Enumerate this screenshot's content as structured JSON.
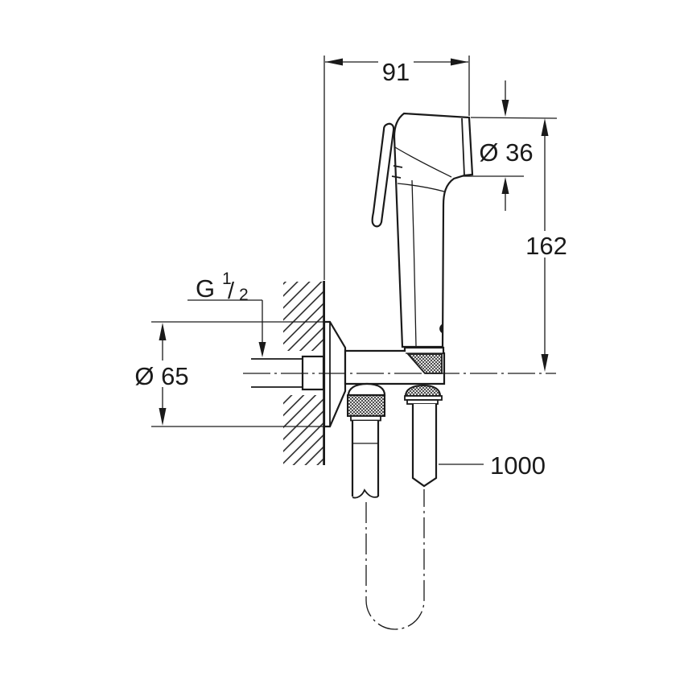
{
  "drawing": {
    "background_color": "#ffffff",
    "line_color": "#1a1a1a",
    "dimensions": {
      "top_width": "91",
      "head_diameter": "Ø 36",
      "overall_height": "162",
      "thread_prefix": "G",
      "thread_numerator": "1",
      "thread_slash": "/",
      "thread_denominator": "2",
      "escutcheon_diameter": "Ø 65",
      "hose_length": "1000"
    }
  }
}
